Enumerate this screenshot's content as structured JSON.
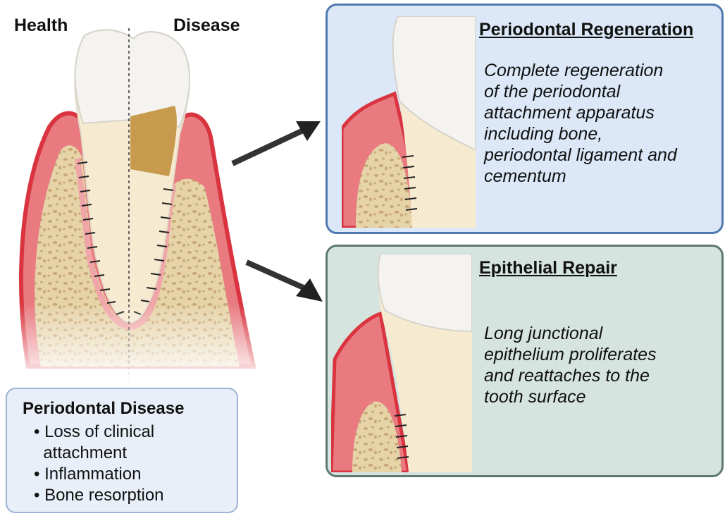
{
  "labels": {
    "health": "Health",
    "disease": "Disease"
  },
  "disease_box": {
    "title": "Periodontal Disease",
    "bullets": [
      "• Loss of clinical",
      "  attachment",
      "• Inflammation",
      "• Bone resorption"
    ]
  },
  "outcomes": [
    {
      "title": "Periodontal Regeneration",
      "description": [
        "Complete regeneration",
        "of the periodontal",
        "attachment apparatus",
        "including bone,",
        "periodontal ligament and",
        "cementum"
      ]
    },
    {
      "title": "Epithelial Repair",
      "description": [
        "Long junctional",
        "epithelium proliferates",
        "and reattaches to the",
        "tooth surface"
      ]
    }
  ],
  "colors": {
    "gum": "#e87a80",
    "gum_edge": "#d9343f",
    "bone": "#e6d3a8",
    "bone_pore": "#c9a877",
    "enamel": "#f4f3ef",
    "dentin": "#f6ead0",
    "calculus": "#c79a4e",
    "panel_top_bg": "#dce8f7",
    "panel_top_border": "#4e79ae",
    "panel_bottom_bg": "#d6e4df",
    "panel_bottom_border": "#5e7a70"
  }
}
